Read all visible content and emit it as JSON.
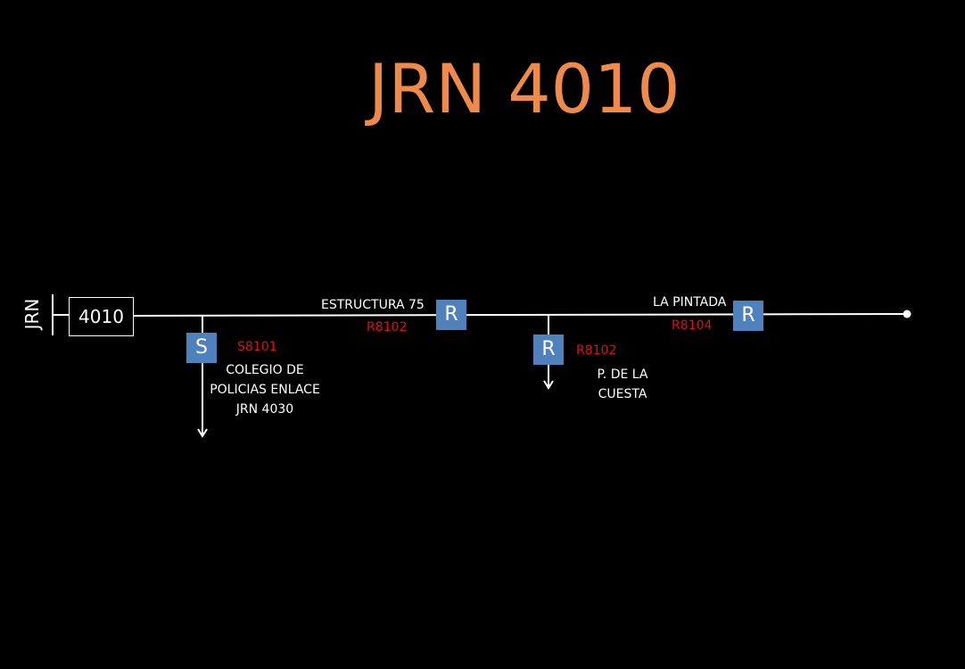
{
  "title": "JRN 4010",
  "route": {
    "vertical_label": "JRN",
    "box_label": "4010"
  },
  "nodes": [
    {
      "letter": "S",
      "code": "S8101",
      "name_lines": [
        "COLEGIO DE",
        "POLICIAS ENLACE",
        "JRN 4030"
      ]
    },
    {
      "letter": "R",
      "code": "R8102",
      "name_lines": [
        "ESTRUCTURA 75"
      ]
    },
    {
      "letter": "R",
      "code": "R8102",
      "name_lines": [
        "P. DE LA",
        "CUESTA"
      ]
    },
    {
      "letter": "R",
      "code": "R8104",
      "name_lines": [
        "LA PINTADA"
      ]
    }
  ],
  "colors": {
    "title": "#f08a4b",
    "node_fill": "#4f81bd",
    "code_text": "#e01010",
    "line": "#ffffff",
    "background": "#000000"
  }
}
